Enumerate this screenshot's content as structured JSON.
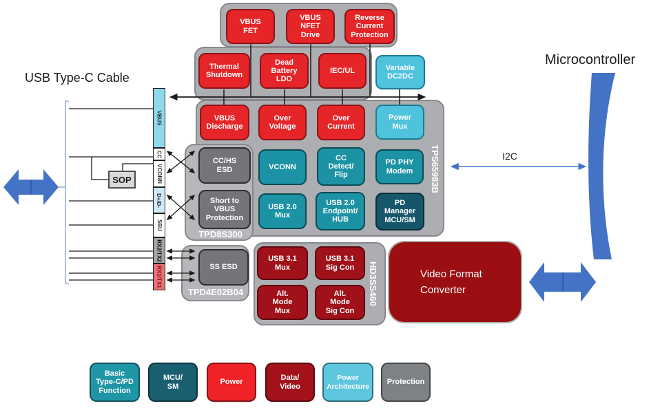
{
  "headings": {
    "cable_title": "USB Type-C Cable",
    "microcontroller": "Microcontroller"
  },
  "annotations": {
    "i2c_label": "I2C",
    "sop_label": "SOP"
  },
  "chip_labels": {
    "tps65983b": "TPS65983B",
    "tpd8s300": "TPD8S300",
    "tpd4e02b04": "TPD4E02B04",
    "hd3ss460": "HD3SS460"
  },
  "blocks": {
    "vbus_fet": "VBUS\nFET",
    "vbus_nfet_drive": "VBUS\nNFET\nDrive",
    "reverse_current": "Reverse\nCurrent\nProtection",
    "thermal_shutdown": "Thermal\nShutdown",
    "dead_battery_ldo": "Dead\nBattery\nLDO",
    "iec_ul": "IEC/UL",
    "variable_dc2dc": "Variable\nDC2DC",
    "vbus_discharge": "VBUS\nDischarge",
    "over_voltage": "Over\nVoltage",
    "over_current": "Over\nCurrent",
    "power_mux": "Power\nMux",
    "vconn": "VCONN",
    "cc_detect_flip": "CC\nDetect/\nFlip",
    "pd_phy_modem": "PD PHY\nModem",
    "usb20_mux": "USB 2.0\nMux",
    "usb20_endpoint_hub": "USB 2.0\nEndpoint/\nHUB",
    "pd_manager": "PD\nManager\nMCU/SM",
    "cc_hs_esd": "CC/HS\nESD",
    "short_to_vbus": "Short to\nVBUS\nProtection",
    "ss_esd": "SS ESD",
    "usb31_mux": "USB 3.1\nMux",
    "usb31_sig_con": "USB 3.1\nSig Con",
    "alt_mode_mux": "Alt.\nMode\nMux",
    "alt_mode_sig_con": "Alt.\nMode\nSig Con",
    "video_format_converter": "Video Format\nConverter"
  },
  "connector": {
    "segments": [
      {
        "label": "VBUS",
        "color": "#8FD9EC"
      },
      {
        "label": "CC",
        "color": "#FFFFFF"
      },
      {
        "label": "VCONN",
        "color": "#FFFFFF"
      },
      {
        "label": "D+/D-",
        "color": "#CDEBF7"
      },
      {
        "label": "SBU",
        "color": "#FFFFFF"
      },
      {
        "label": "RX2/TX2",
        "color": "#A2A4A7"
      },
      {
        "label": "RX1/TX1",
        "color": "#E87478"
      }
    ]
  },
  "legend": {
    "items": [
      {
        "label": "Basic\nType-C/PD\nFunction",
        "color": "#1F96A6"
      },
      {
        "label": "MCU/\nSM",
        "color": "#1A5F70"
      },
      {
        "label": "Power",
        "color": "#EE2227"
      },
      {
        "label": "Data/\nVideo",
        "color": "#A3111A"
      },
      {
        "label": "Power\nArchitecture",
        "color": "#5EC6DE"
      },
      {
        "label": "Protection",
        "color": "#7F8284"
      }
    ]
  },
  "colors": {
    "red": "#E52528",
    "dark_red": "#A0111A",
    "video_red": "#9B0F13",
    "teal": "#1C93A4",
    "dark_teal": "#15566A",
    "light_blue": "#4FC2DC",
    "container_gray": "#ACAEB1",
    "protection_gray": "#747578",
    "arrow_blue": "#4472C4"
  }
}
